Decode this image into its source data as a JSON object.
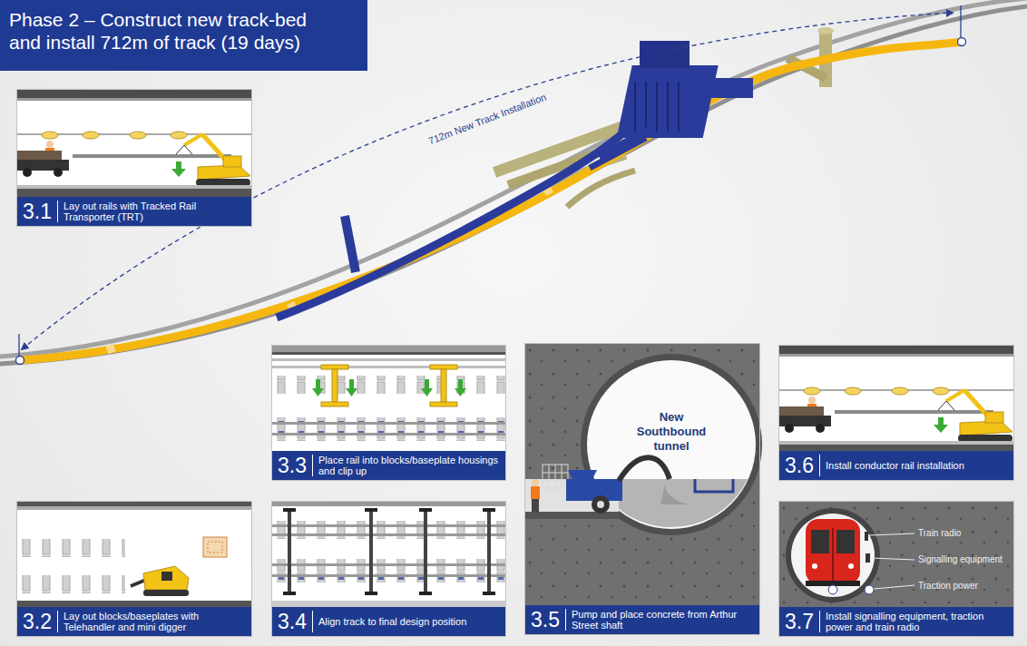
{
  "diagram": {
    "title": "Phase 2 – Construct new track-bed and install 712m of track (19 days)",
    "nodes": [
      {
        "text": [
          "3.1",
          "Lay out rails with Tracked Rail Transporter (TRT)"
        ]
      },
      {
        "text": [
          "3.2",
          "Lay out blocks/baseplates with Telehandler and mini digger"
        ]
      },
      {
        "text": [
          "3.3",
          "Place rail into blocks/baseplate housings and clip up"
        ]
      },
      {
        "text": [
          "3.4",
          "Align track to final design position"
        ]
      },
      {
        "text": [
          "3.5",
          "Pump and place concrete from Arthur Street shaft"
        ]
      },
      {
        "text": [
          "3.6",
          "Install conductor rail installation"
        ]
      },
      {
        "text": [
          "3.7",
          "Install signalling equipment, traction power and train radio"
        ]
      }
    ],
    "labels": [
      "712m New Track Installation",
      "New Southbound tunnel",
      "Train radio",
      "Signalling equipment",
      "Traction power"
    ]
  }
}
